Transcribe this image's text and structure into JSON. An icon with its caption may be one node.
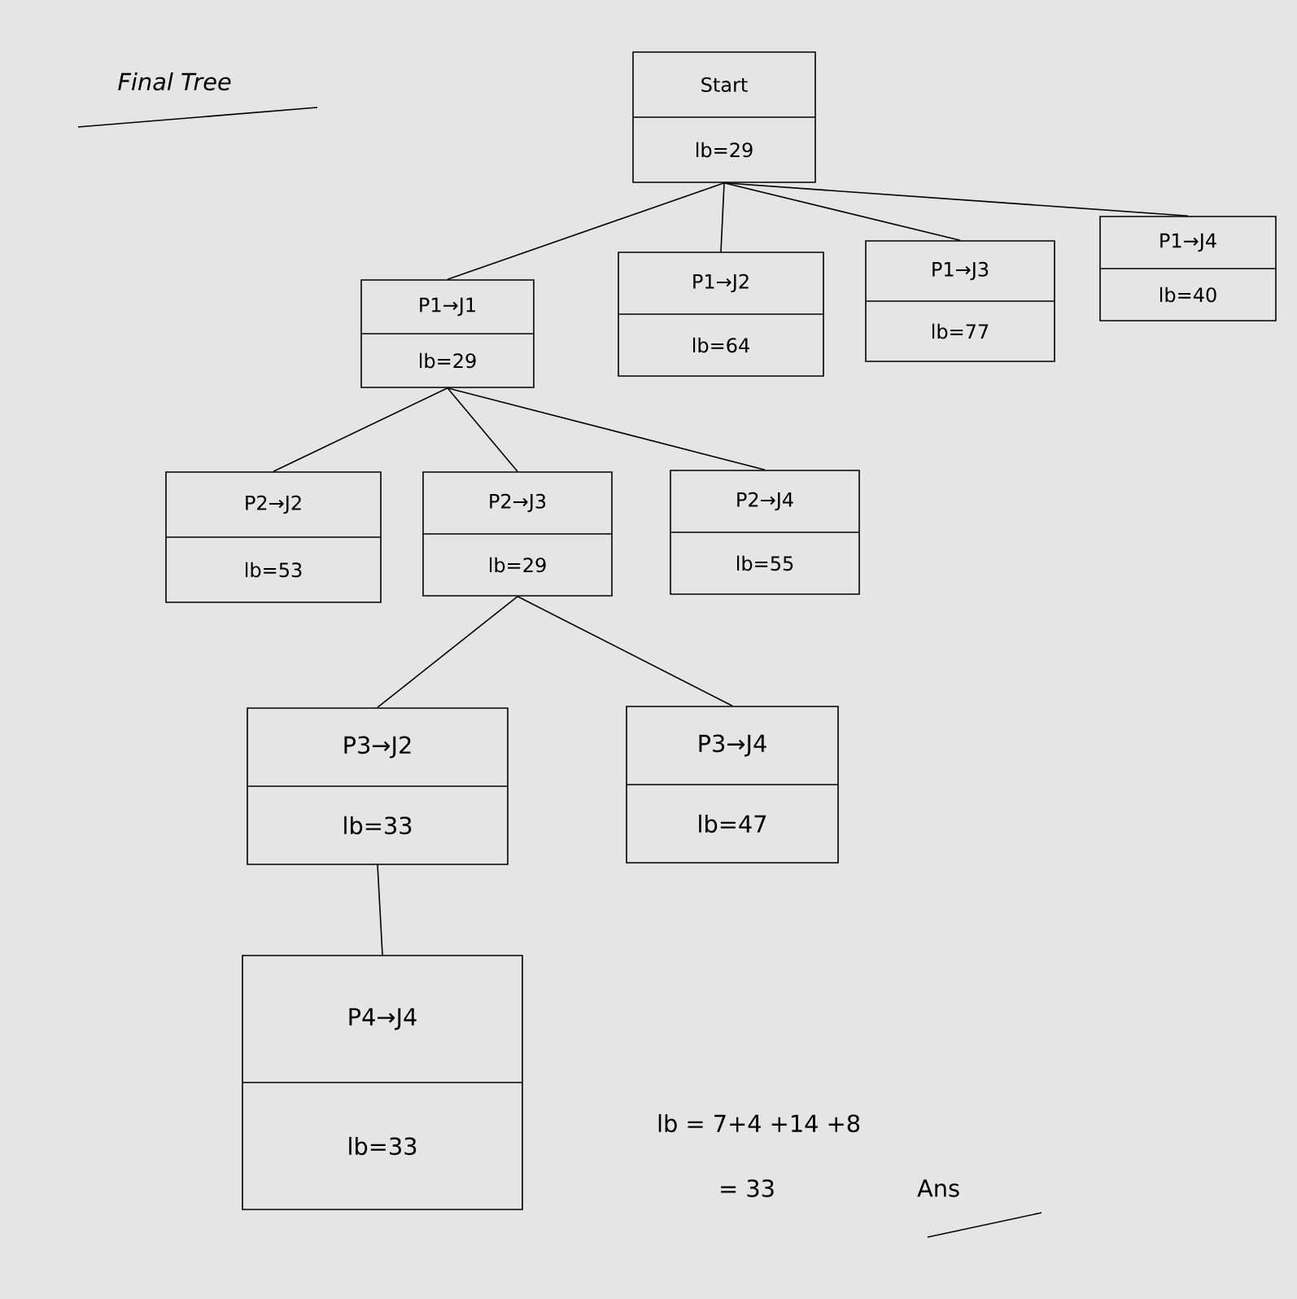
{
  "diagram": {
    "title": "Final Tree",
    "nodes": [
      {
        "text": [
          "Start",
          "lb=29"
        ]
      },
      {
        "text": [
          "P1→J1",
          "lb=29"
        ]
      },
      {
        "text": [
          "P1→J2",
          "lb=64"
        ]
      },
      {
        "text": [
          "P1→J3",
          "lb=77"
        ]
      },
      {
        "text": [
          "P1→J4",
          "lb=40"
        ]
      },
      {
        "text": [
          "P2→J2",
          "lb=53"
        ]
      },
      {
        "text": [
          "P2→J3",
          "lb=29"
        ]
      },
      {
        "text": [
          "P2→J4",
          "lb=55"
        ]
      },
      {
        "text": [
          "P3→J2",
          "lb=33"
        ]
      },
      {
        "text": [
          "P3→J4",
          "lb=47"
        ]
      },
      {
        "text": [
          "P4→J4",
          "lb=33"
        ]
      }
    ],
    "edges": [
      {
        "from": 0,
        "to": 1,
        "arrow": "none"
      },
      {
        "from": 0,
        "to": 2,
        "arrow": "none"
      },
      {
        "from": 0,
        "to": 3,
        "arrow": "none"
      },
      {
        "from": 0,
        "to": 4,
        "arrow": "none"
      },
      {
        "from": 1,
        "to": 5,
        "arrow": "none"
      },
      {
        "from": 1,
        "to": 6,
        "arrow": "none"
      },
      {
        "from": 1,
        "to": 7,
        "arrow": "none"
      },
      {
        "from": 6,
        "to": 8,
        "arrow": "none"
      },
      {
        "from": 6,
        "to": 9,
        "arrow": "none"
      },
      {
        "from": 8,
        "to": 10,
        "arrow": "none"
      }
    ],
    "labels": [
      "lb = 7+4 +14 +8",
      "= 33",
      "Ans"
    ]
  }
}
